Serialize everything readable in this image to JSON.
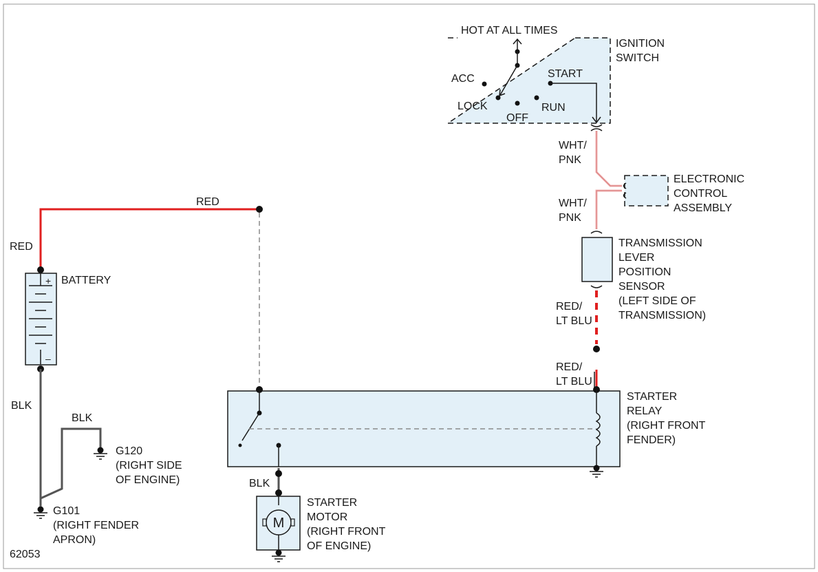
{
  "diagram_id": "62053",
  "ignition_switch": {
    "name": "IGNITION\nSWITCH",
    "hot_label": "HOT AT ALL TIMES",
    "positions": {
      "acc": "ACC",
      "lock": "LOCK",
      "off": "OFF",
      "run": "RUN",
      "start": "START"
    }
  },
  "wires": {
    "wht_pnk_upper": "WHT/\nPNK",
    "wht_pnk_lower": "WHT/\nPNK",
    "red_top": "RED",
    "red_battery": "RED",
    "red_lt_blu_upper": "RED/\nLT BLU",
    "red_lt_blu_lower": "RED/\nLT BLU",
    "blk_battery": "BLK",
    "blk_g120": "BLK",
    "blk_motor": "BLK"
  },
  "components": {
    "eca": "ELECTRONIC\nCONTROL\nASSEMBLY",
    "tlps": "TRANSMISSION\nLEVER\nPOSITION\nSENSOR\n(LEFT SIDE OF\nTRANSMISSION)",
    "battery": "BATTERY",
    "battery_plus": "+",
    "battery_minus": "–",
    "starter_relay": "STARTER\nRELAY\n(RIGHT FRONT\nFENDER)",
    "starter_motor": "STARTER\nMOTOR\n(RIGHT FRONT\nOF ENGINE)",
    "motor_symbol": "M"
  },
  "grounds": {
    "g120": "G120\n(RIGHT SIDE\nOF ENGINE)",
    "g101": "G101\n(RIGHT FENDER\nAPRON)"
  },
  "colors": {
    "red_wire": "#e02020",
    "wht_pnk_wire": "#f0b4b4",
    "blk_wire": "#555555",
    "component_fill": "#e3f0f8"
  }
}
